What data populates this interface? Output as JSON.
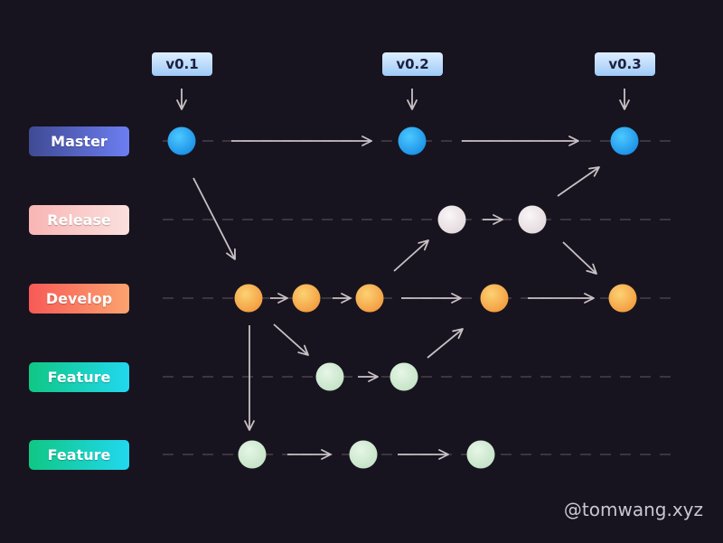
{
  "branches": [
    {
      "id": "master",
      "label": "Master",
      "gradient": [
        "#3f4a93",
        "#6d7ef2"
      ]
    },
    {
      "id": "release",
      "label": "Release",
      "gradient": [
        "#f8b5b3",
        "#fbe0de"
      ]
    },
    {
      "id": "develop",
      "label": "Develop",
      "gradient": [
        "#f85a57",
        "#fba36f"
      ]
    },
    {
      "id": "feature-1",
      "label": "Feature",
      "gradient": [
        "#10c784",
        "#21d8ef"
      ]
    },
    {
      "id": "feature-2",
      "label": "Feature",
      "gradient": [
        "#10c784",
        "#21d8ef"
      ]
    }
  ],
  "tags": [
    {
      "label": "v0.1"
    },
    {
      "label": "v0.2"
    },
    {
      "label": "v0.3"
    }
  ],
  "colors": {
    "master_commit": "#1fa3ef",
    "release_commit": "#efe7ea",
    "develop_commit": "#f5b451",
    "feature_commit": "#d4ecd4",
    "arrow": "#c9c0c4",
    "lane_dash": "#3c3540"
  },
  "watermark": "@tomwang.xyz"
}
